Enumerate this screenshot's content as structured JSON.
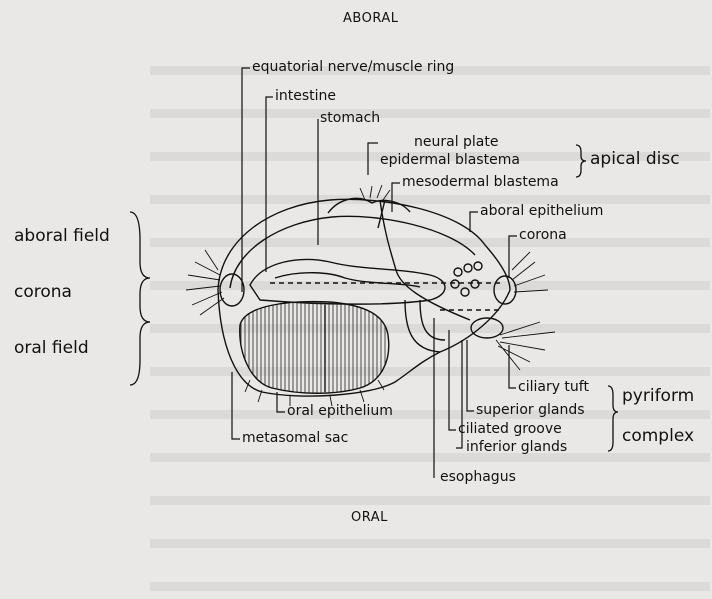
{
  "orientation": {
    "top": "ABORAL",
    "bottom": "ORAL"
  },
  "labels": {
    "equatorial": "equatorial nerve/muscle ring",
    "intestine": "intestine",
    "stomach": "stomach",
    "neural_plate": "neural plate",
    "epidermal_blastema": "epidermal blastema",
    "mesodermal_blastema": "mesodermal blastema",
    "aboral_epithelium": "aboral epithelium",
    "corona_right": "corona",
    "ciliary_tuft": "ciliary tuft",
    "superior_glands": "superior glands",
    "ciliated_groove": "ciliated groove",
    "inferior_glands": "inferior glands",
    "esophagus": "esophagus",
    "oral_epithelium": "oral epithelium",
    "metasomal_sac": "metasomal sac"
  },
  "groups": {
    "apical_disc": "apical disc",
    "pyriform": "pyriform",
    "complex": "complex"
  },
  "fields": {
    "aboral_field": "aboral field",
    "corona": "corona",
    "oral_field": "oral field"
  }
}
